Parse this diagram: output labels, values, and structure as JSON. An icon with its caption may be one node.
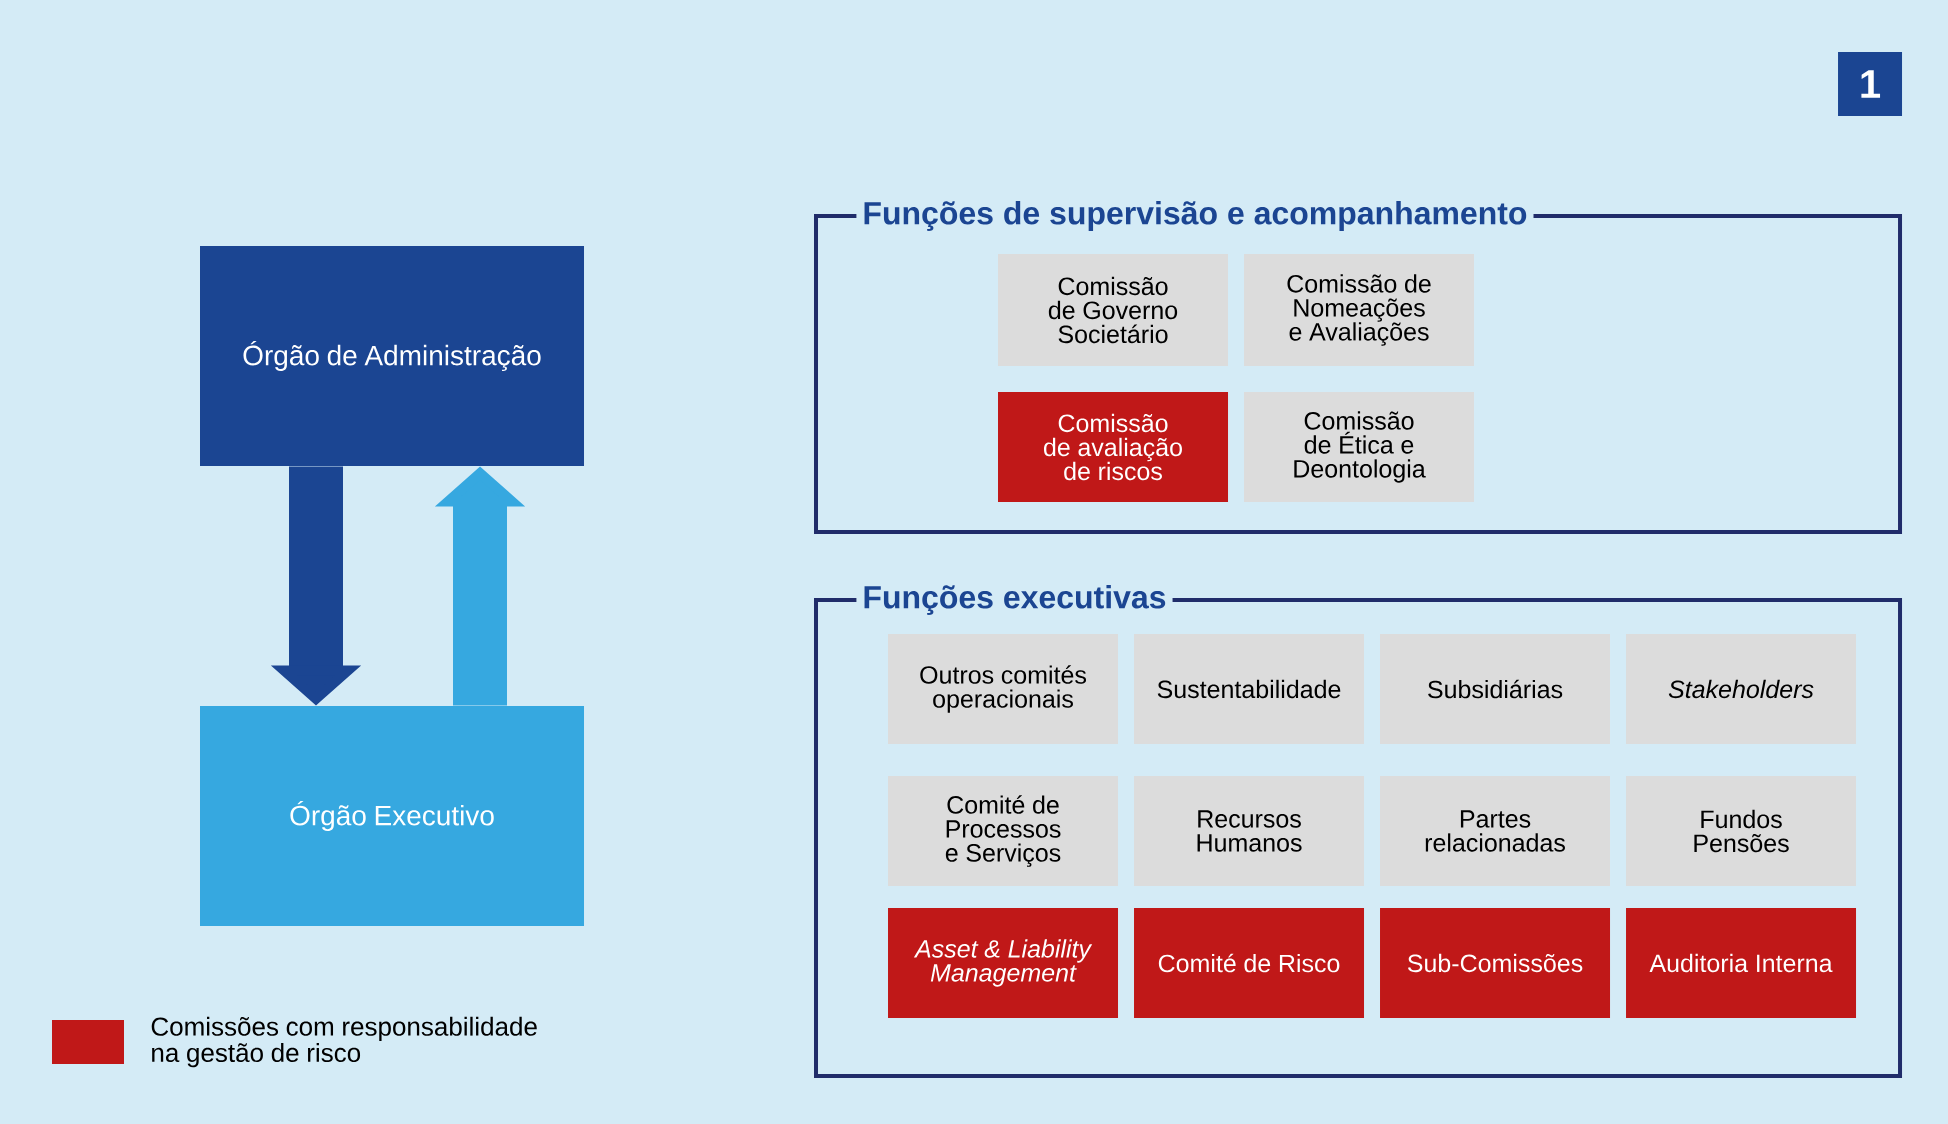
{
  "diagram": {
    "nodes": [
      {
        "text": [
          "Órgão de Administração"
        ]
      },
      {
        "text": [
          "Órgão Executivo"
        ]
      },
      {
        "text": [
          "Funções de supervisão e acompanhamento"
        ]
      },
      {
        "text": [
          "Comissão de Governo Societário"
        ],
        "in": 2
      },
      {
        "text": [
          "Comissão de Nomeações e Avaliações"
        ],
        "in": 2
      },
      {
        "text": [
          "Comissão de avaliação de riscos"
        ],
        "in": 2
      },
      {
        "text": [
          "Comissão de Ética e Deontologia"
        ],
        "in": 2
      },
      {
        "text": [
          "Funções executivas"
        ]
      },
      {
        "text": [
          "Outros comités operacionais"
        ],
        "in": 7
      },
      {
        "text": [
          "Sustentabilidade"
        ],
        "in": 7
      },
      {
        "text": [
          "Subsidiárias"
        ],
        "in": 7
      },
      {
        "text": [
          "Stakeholders"
        ],
        "in": 7
      },
      {
        "text": [
          "Comité de Processos e Serviços"
        ],
        "in": 7
      },
      {
        "text": [
          "Recursos Humanos"
        ],
        "in": 7
      },
      {
        "text": [
          "Partes relacionadas"
        ],
        "in": 7
      },
      {
        "text": [
          "Fundos Pensões"
        ],
        "in": 7
      },
      {
        "text": [
          "Asset & Liability Management"
        ],
        "in": 7
      },
      {
        "text": [
          "Comité de Risco"
        ],
        "in": 7
      },
      {
        "text": [
          "Sub-Comissões"
        ],
        "in": 7
      },
      {
        "text": [
          "Auditoria Interna"
        ],
        "in": 7
      }
    ],
    "edges": [
      {
        "from": 0,
        "to": 1,
        "arrow": "to",
        "color": "#1b4592"
      },
      {
        "from": 1,
        "to": 0,
        "arrow": "to",
        "color": "#36a8e0"
      }
    ],
    "labels": [
      "1"
    ],
    "legend": [
      {
        "text": "Comissões com responsabilidade na gestão de risco",
        "color": "#c01818"
      }
    ]
  }
}
